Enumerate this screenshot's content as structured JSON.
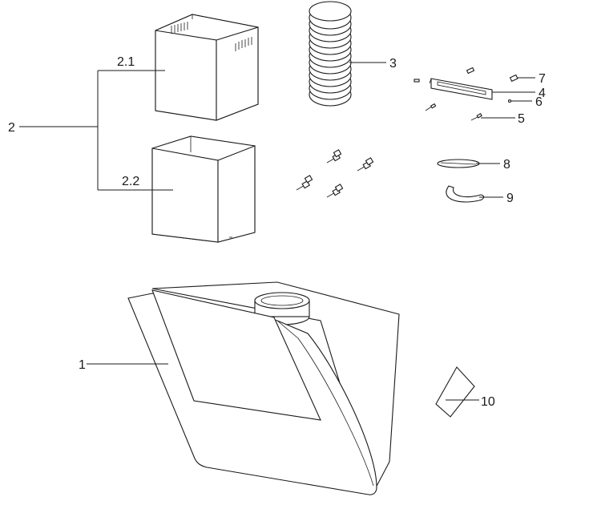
{
  "labels": {
    "l1": "1",
    "l2": "2",
    "l21": "2.1",
    "l22": "2.2",
    "l3": "3",
    "l4": "4",
    "l5": "5",
    "l6": "6",
    "l7": "7",
    "l8": "8",
    "l9": "9",
    "l10": "10"
  },
  "colors": {
    "stroke": "#1a1a1a",
    "background": "#ffffff"
  }
}
